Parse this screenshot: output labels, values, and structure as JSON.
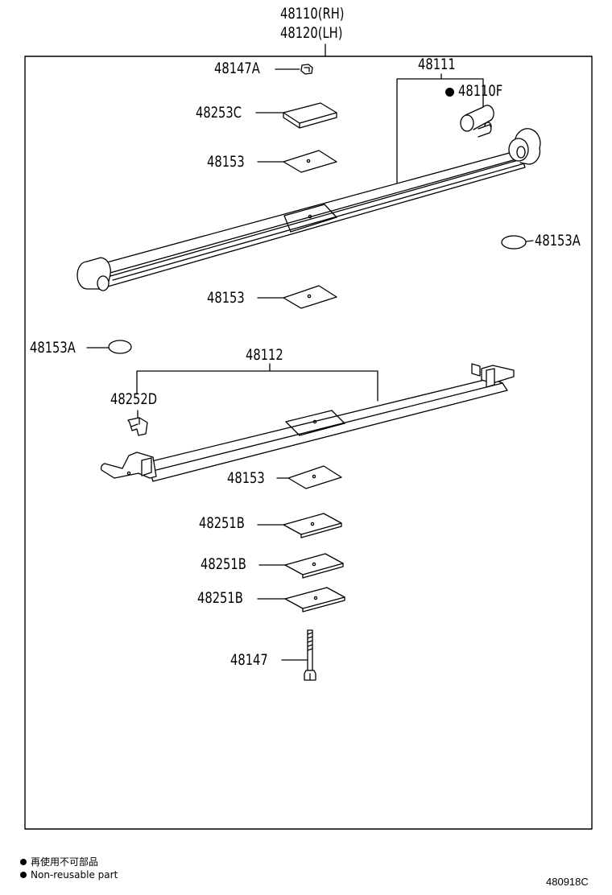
{
  "assembly": {
    "rh": "48110(RH)",
    "lh": "48120(LH)"
  },
  "parts": {
    "p48147A": "48147A",
    "p48111": "48111",
    "p48110F": "48110F",
    "p48253C": "48253C",
    "p48153_top": "48153",
    "p48153A_right": "48153A",
    "p48153_mid": "48153",
    "p48153A_left": "48153A",
    "p48112": "48112",
    "p48252D": "48252D",
    "p48153_low": "48153",
    "p48251B_1": "48251B",
    "p48251B_2": "48251B",
    "p48251B_3": "48251B",
    "p48147": "48147"
  },
  "legend": {
    "jp": "再使用不可部品",
    "en": "Non-reusable part"
  },
  "figure_code": "480918C"
}
